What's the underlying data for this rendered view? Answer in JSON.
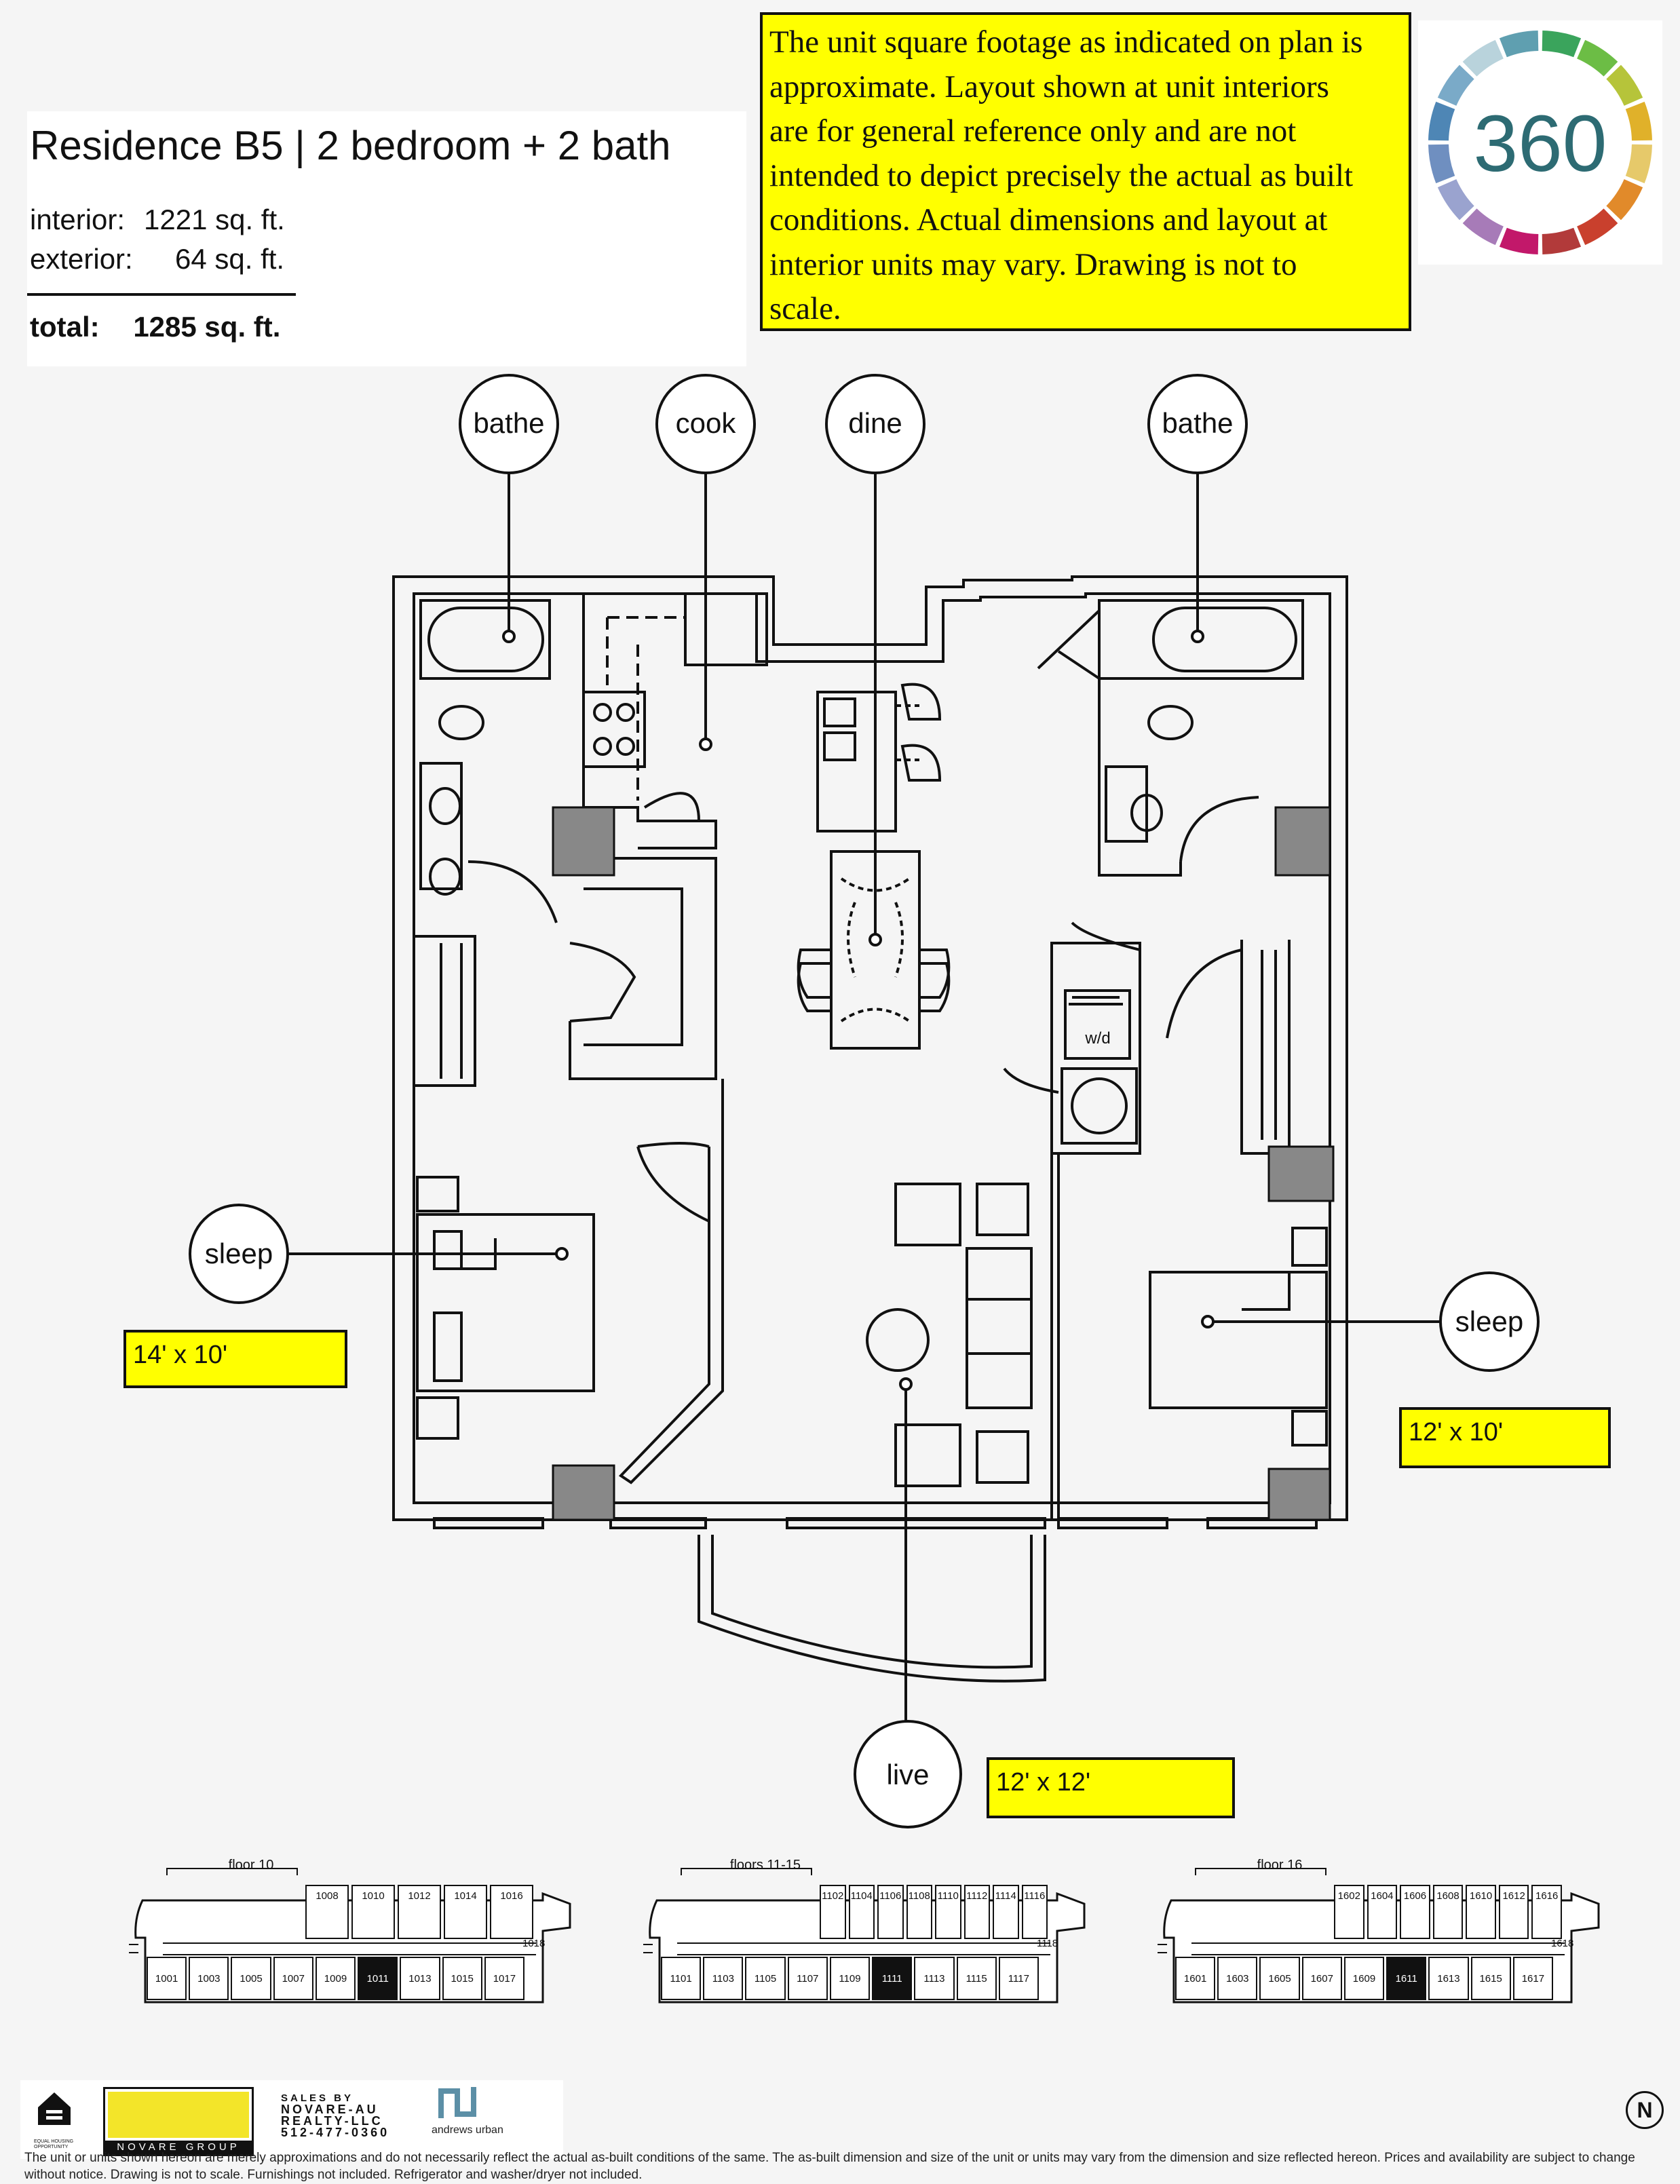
{
  "header": {
    "title": "Residence B5 | 2 bedroom + 2 bath",
    "interior_label": "interior:",
    "interior_value": "1221 sq. ft.",
    "exterior_label": "exterior:",
    "exterior_value": "64 sq. ft.",
    "total_label": "total:",
    "total_value": "1285 sq. ft."
  },
  "disclaimer": {
    "lines": [
      "The unit square footage as indicated on plan is",
      "approximate.  Layout shown at unit interiors",
      "are for general reference only and are not",
      "intended to depict precisely the actual as built",
      "conditions.  Actual dimensions and layout at",
      "interior units may vary.  Drawing is not to",
      "scale."
    ]
  },
  "logo": {
    "text": "360",
    "ring_colors": [
      "#3aa45c",
      "#6cbd45",
      "#b6c43a",
      "#e0b12a",
      "#e6c96a",
      "#e18a2a",
      "#c9402d",
      "#b23a3a",
      "#c2186a",
      "#a77bb8",
      "#9aa3cf",
      "#6f8fc0",
      "#4e86b5",
      "#7aaac8",
      "#b9d3dc",
      "#5f9fb0"
    ],
    "text_color": "#2d6b73"
  },
  "rooms": {
    "bathe_left": "bathe",
    "cook": "cook",
    "dine": "dine",
    "bathe_right": "bathe",
    "sleep_left": "sleep",
    "sleep_right": "sleep",
    "live": "live",
    "wd": "w/d"
  },
  "dimensions": {
    "bedroom_left": "14' x 10'",
    "bedroom_right": "12' x 10'",
    "living": "12' x 12'"
  },
  "keyplans": [
    {
      "title": "floor 10",
      "top_units": [
        "1008",
        "1010",
        "1012",
        "1014",
        "1016"
      ],
      "side_unit": "1018",
      "bottom_units": [
        "1001",
        "1003",
        "1005",
        "1007",
        "1009",
        "1011",
        "1013",
        "1015",
        "1017"
      ],
      "highlight": "1011"
    },
    {
      "title": "floors 11-15",
      "top_units": [
        "1102",
        "1104",
        "1106",
        "1108",
        "1110",
        "1112",
        "1114",
        "1116"
      ],
      "side_unit": "1118",
      "bottom_units": [
        "1101",
        "1103",
        "1105",
        "1107",
        "1109",
        "1111",
        "1113",
        "1115",
        "1117"
      ],
      "highlight": "1111"
    },
    {
      "title": "floor 16",
      "top_units": [
        "1602",
        "1604",
        "1606",
        "1608",
        "1610",
        "1612",
        "1616"
      ],
      "side_unit": "1618",
      "bottom_units": [
        "1601",
        "1603",
        "1605",
        "1607",
        "1609",
        "1611",
        "1613",
        "1615",
        "1617"
      ],
      "highlight": "1611"
    }
  ],
  "footer": {
    "equal_housing": "EQUAL HOUSING OPPORTUNITY",
    "novare_group": "NOVARE GROUP",
    "sales_line1": "SALES BY",
    "sales_line2": "NOVARE-AU",
    "sales_line3": "REALTY-LLC",
    "sales_phone": "512-477-0360",
    "andrews_urban": "andrews urban",
    "north": "N",
    "fine_print": "The unit or units shown hereon are merely approximations and do not necessarily reflect the actual as-built conditions of the same. The as-built dimension and size of the unit or units may vary from the dimension and size reflected hereon. Prices and availability are subject to change without notice. Drawing is not to scale. Furnishings not included. Refrigerator and washer/dryer not included."
  }
}
